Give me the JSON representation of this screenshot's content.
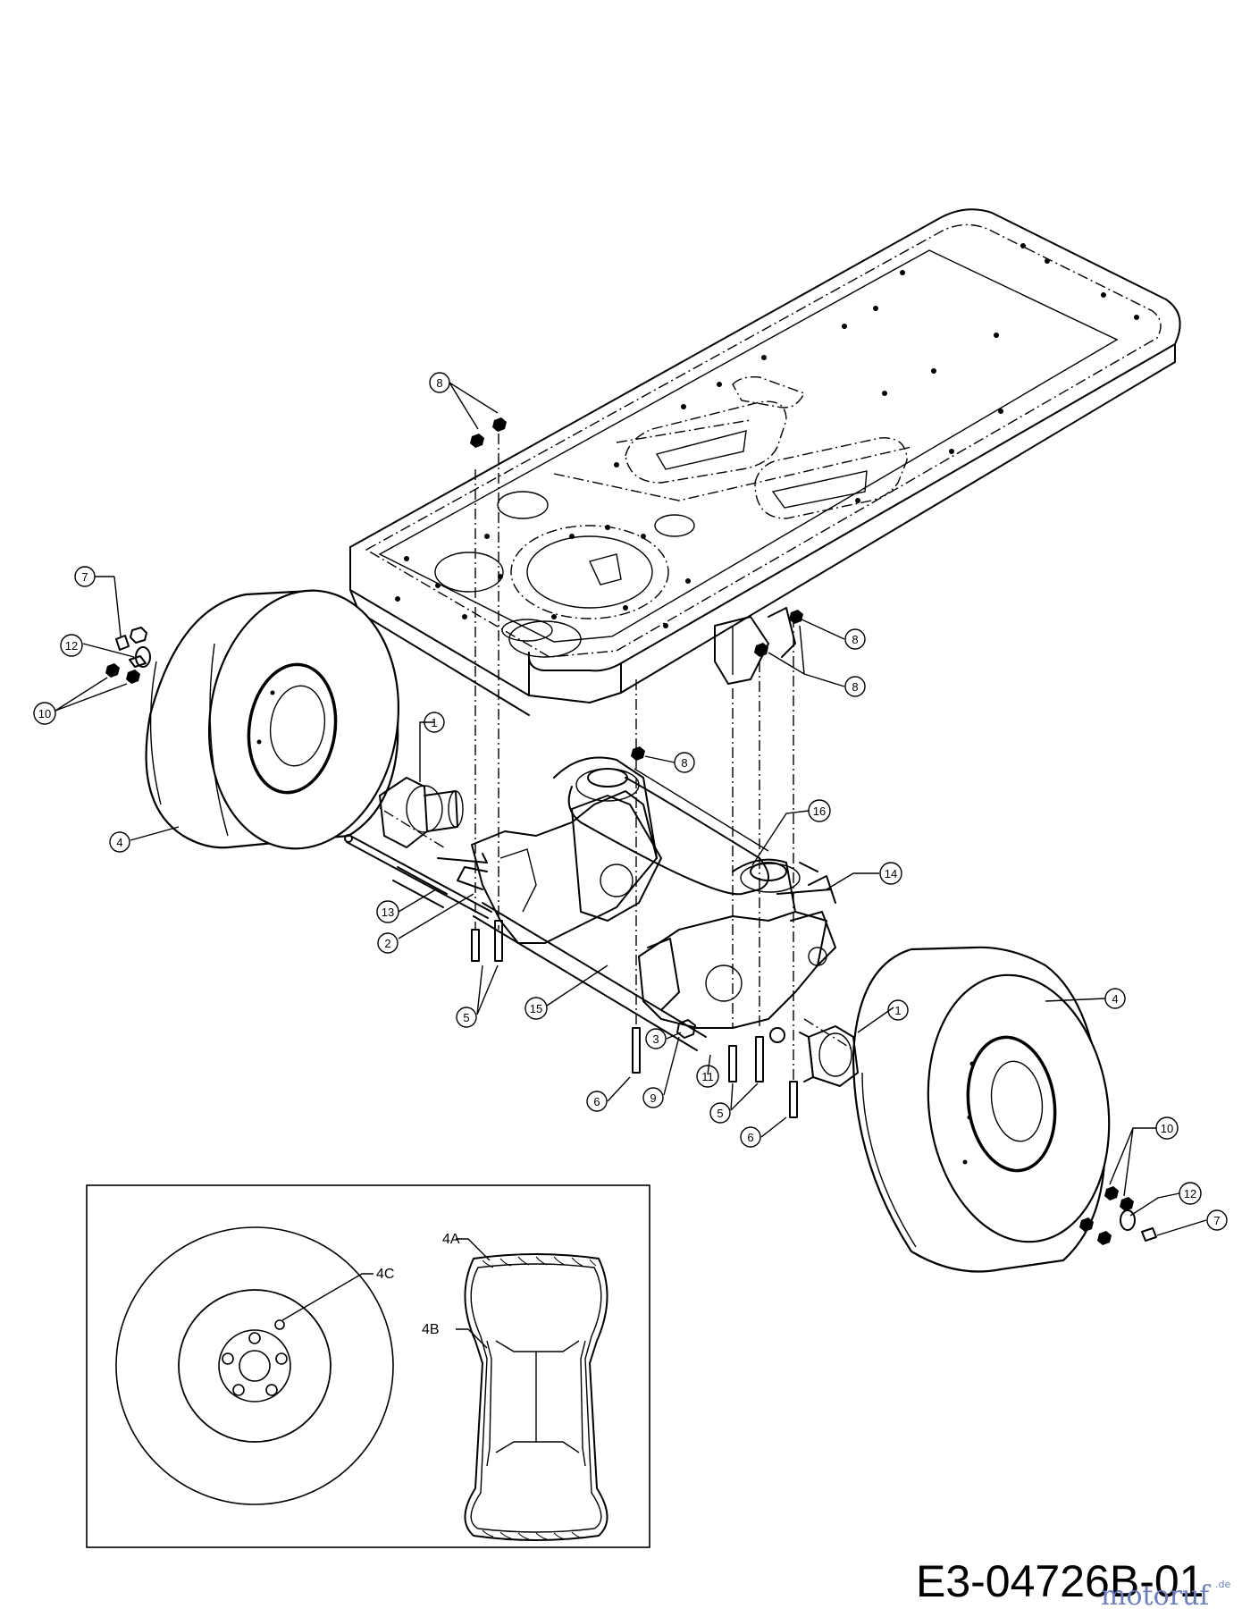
{
  "diagram_code": "E3-04726B-01",
  "watermark": {
    "main": "motoruf",
    "suffix": ".de"
  },
  "callouts": {
    "c1a": "1",
    "c1b": "1",
    "c2": "2",
    "c3": "3",
    "c4a": "4",
    "c4b": "4",
    "c5a": "5",
    "c5b": "5",
    "c6a": "6",
    "c6b": "6",
    "c7a": "7",
    "c7b": "7",
    "c8a": "8",
    "c8b": "8",
    "c8c": "8",
    "c8d": "8",
    "c9": "9",
    "c10a": "10",
    "c10b": "10",
    "c11": "11",
    "c12a": "12",
    "c12b": "12",
    "c13": "13",
    "c14": "14",
    "c15": "15",
    "c16": "16"
  },
  "inset_labels": {
    "tire": "4A",
    "rim": "4B",
    "valve": "4C"
  }
}
